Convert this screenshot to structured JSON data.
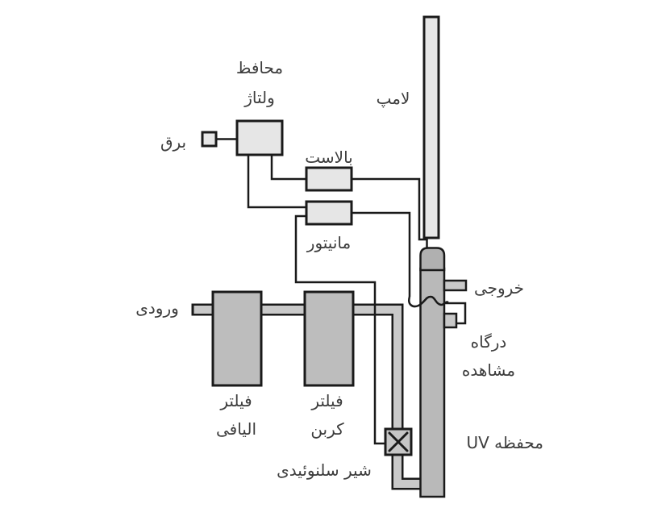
{
  "diagram": {
    "description": "UV water purifier schematic",
    "labels": {
      "lamp": "لامپ",
      "power": "برق",
      "voltage_protector_line1": "محافظ",
      "voltage_protector_line2": "ولتاژ",
      "ballast": "بالاست",
      "monitor": "مانیتور",
      "inlet": "ورودی",
      "outlet": "خروجی",
      "fiber_filter_line1": "فیلتر",
      "fiber_filter_line2": "الیافی",
      "carbon_filter_line1": "فیلتر",
      "carbon_filter_line2": "کربن",
      "solenoid_valve": "شیر سلنوئیدی",
      "uv_chamber": "محفظه UV",
      "viewing_port_line1": "درگاه",
      "viewing_port_line2": "مشاهده"
    },
    "colors": {
      "background": "#ffffff",
      "line": "#1a1a1a",
      "text": "#3d3d3d",
      "component_fill": "#e6e6e6",
      "pipe_fill": "#c9c9c9",
      "filter_fill": "#bdbdbd",
      "chamber_fill": "#b9b9b9",
      "cap_fill": "#b0b0b0",
      "valve_fill": "#c6c6c6"
    }
  }
}
